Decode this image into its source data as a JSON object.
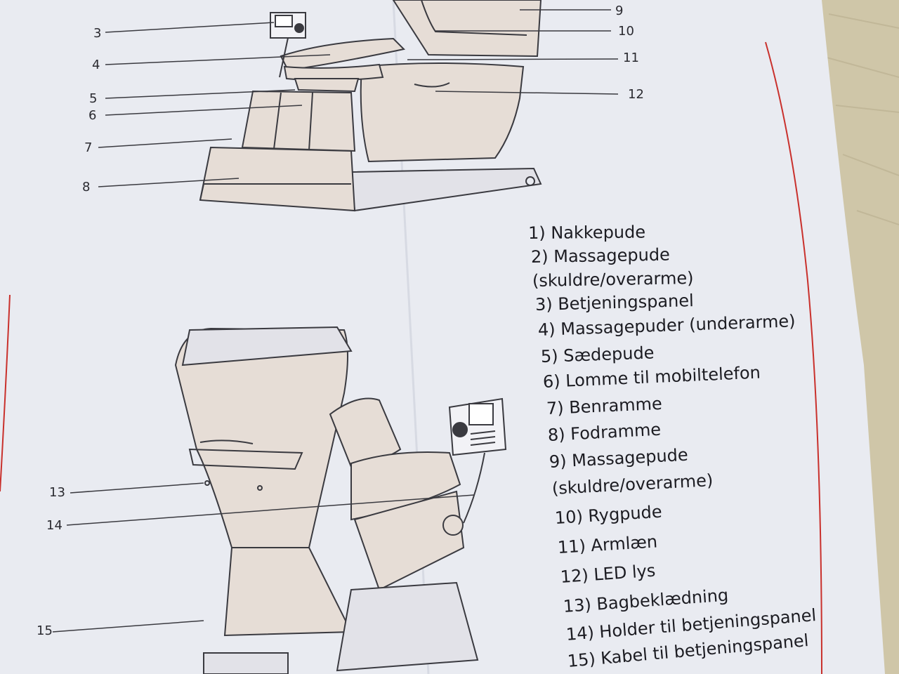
{
  "callouts": [
    {
      "id": "3",
      "label": "3"
    },
    {
      "id": "4",
      "label": "4"
    },
    {
      "id": "5",
      "label": "5"
    },
    {
      "id": "6",
      "label": "6"
    },
    {
      "id": "7",
      "label": "7"
    },
    {
      "id": "8",
      "label": "8"
    },
    {
      "id": "9",
      "label": "9"
    },
    {
      "id": "10",
      "label": "10"
    },
    {
      "id": "11",
      "label": "11"
    },
    {
      "id": "12",
      "label": "12"
    },
    {
      "id": "13",
      "label": "13"
    },
    {
      "id": "14",
      "label": "14"
    },
    {
      "id": "15",
      "label": "15"
    }
  ],
  "legend": [
    "1) Nakkepude",
    "2) Massagepude",
    "(skuldre/overarme)",
    "3) Betjeningspanel",
    "4) Massagepuder (underarme)",
    "5) Sædepude",
    "6) Lomme til mobiltelefon",
    "7) Benramme",
    "8) Fodramme",
    "9) Massagepude",
    "(skuldre/overarme)",
    "10) Rygpude",
    "11) Armlæn",
    "12) LED lys",
    "13) Bagbeklædning",
    "14) Holder til betjeningspanel",
    "15) Kabel til betjeningspanel"
  ],
  "colors": {
    "paper": "#e9ebf1",
    "ink": "#3a3a40",
    "tint": "#e6ddd6",
    "accent_red": "#c9302c",
    "carpet": "#cfc6a8"
  }
}
